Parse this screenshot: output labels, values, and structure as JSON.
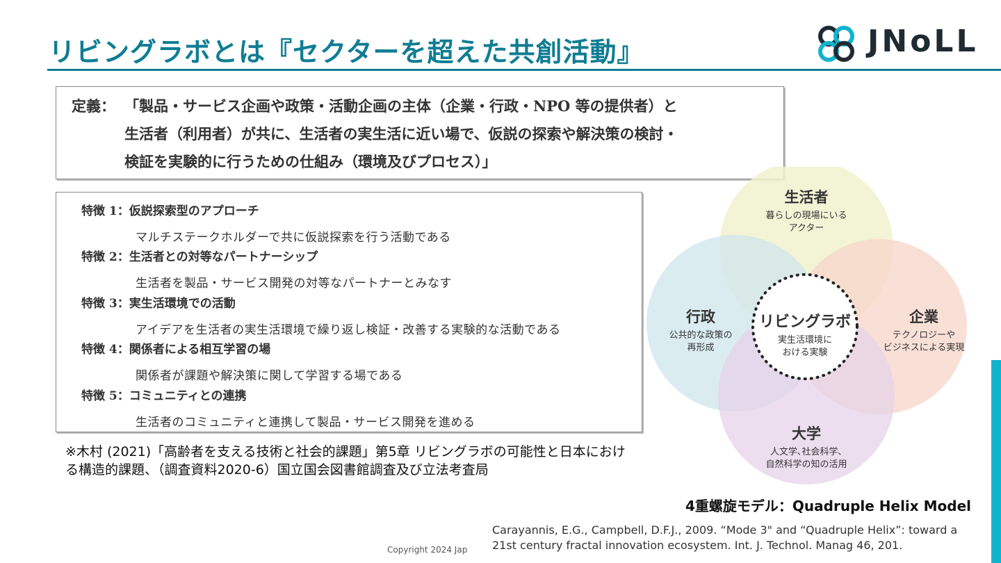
{
  "header": {
    "title": "リビングラボとは『セクターを超えた共創活動』",
    "logo_text": "JNoLL"
  },
  "definition": {
    "head": "定義：",
    "lines": [
      "「製品・サービス企画や政策・活動企画の主体（企業・行政・NPO 等の提供者）と",
      "生活者（利用者）が共に、生活者の実生活に近い場で、仮説の探索や解決策の検討・",
      "検証を実験的に行うための仕組み（環境及びプロセス）」"
    ]
  },
  "features": [
    {
      "head": "特徴 1：仮説探索型のアプローチ",
      "desc": "マルチステークホルダーで共に仮説探索を行う活動である"
    },
    {
      "head": "特徴 2：生活者との対等なパートナーシップ",
      "desc": "生活者を製品・サービス開発の対等なパートナーとみなす"
    },
    {
      "head": "特徴 3：実生活環境での活動",
      "desc": "アイデアを生活者の実生活環境で繰り返し検証・改善する実験的な活動である"
    },
    {
      "head": "特徴 4：関係者による相互学習の場",
      "desc": "関係者が課題や解決策に関して学習する場である"
    },
    {
      "head": "特徴 5：コミュニティとの連携",
      "desc": "生活者のコミュニティと連携して製品・サービス開発を進める"
    }
  ],
  "source_note": {
    "line1": "※木村 (2021)「高齢者を支える技術と社会的課題」第5章 リビングラボの可能性と日本におけ",
    "line2": "る構造的課題、（調査資料2020-6）国立国会図書館調査及び立法考査局"
  },
  "helix": {
    "center": {
      "title": "リビングラボ",
      "sub": [
        "実生活環境に",
        "おける実験"
      ]
    },
    "top": {
      "title": "生活者",
      "sub": [
        "暮らしの現場にいる",
        "アクター"
      ],
      "color": "#f1f2cf"
    },
    "left": {
      "title": "行政",
      "sub": [
        "公共的な政策の",
        "再形成"
      ],
      "color": "#cfe6ec"
    },
    "right": {
      "title": "企業",
      "sub": [
        "テクノロジーや",
        "ビジネスによる実現"
      ],
      "color": "#f7d6c9"
    },
    "bottom": {
      "title": "大学",
      "sub": [
        "人文学､社会科学､",
        "自然科学の知の活用"
      ],
      "color": "#e6d3e8"
    }
  },
  "model_caption": "4重螺旋モデル：Quadruple Helix Model",
  "citation": {
    "line1": "Carayannis, E.G., Campbell, D.F.J., 2009. “Mode 3\" and “Quadruple Helix”: toward a",
    "line2": "21st century fractal innovation ecosystem. Int. J. Technol. Manag 46, 201."
  },
  "copyright": "Copyright 2024  Jap",
  "colors": {
    "accent": "#0f7d93",
    "side_bar": "#12b3cf"
  }
}
